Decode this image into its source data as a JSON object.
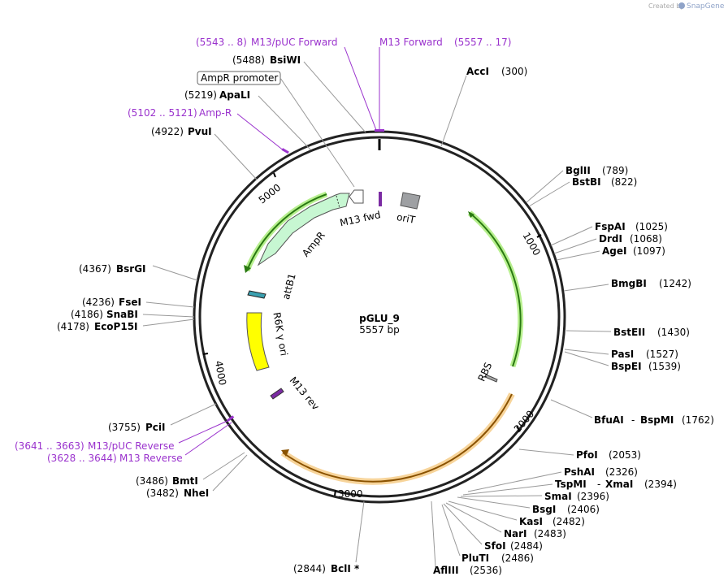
{
  "watermark": {
    "created_by": "Created by",
    "brand": "SnapGene"
  },
  "plasmid": {
    "name": "pGLU_9",
    "size": "5557 bp"
  },
  "ticks": [
    "1000",
    "2000",
    "3000",
    "4000",
    "5000"
  ],
  "features": {
    "m13_fwd": "M13 fwd",
    "oriT": "oriT",
    "ampR": "AmpR",
    "attB1": "attB1",
    "r6k": "R6K γ ori",
    "m13_rev": "M13 rev",
    "rbs": "RBS"
  },
  "primers": {
    "m13_puc_forward": {
      "range": "(5543 .. 8)",
      "name": "M13/pUC Forward"
    },
    "m13_forward": {
      "name": "M13 Forward",
      "range": "(5557 .. 17)"
    },
    "amp_r": {
      "range": "(5102 .. 5121)",
      "name": "Amp-R"
    },
    "m13_puc_reverse": {
      "range": "(3641 .. 3663)",
      "name": "M13/pUC Reverse"
    },
    "m13_reverse": {
      "range": "(3628 .. 3644)",
      "name": "M13 Reverse"
    }
  },
  "promoter_box": "AmpR promoter",
  "sites": {
    "bsiwi": {
      "pos": "(5488)",
      "name": "BsiWI"
    },
    "apali": {
      "pos": "(5219)",
      "name": "ApaLI"
    },
    "pvui": {
      "pos": "(4922)",
      "name": "PvuI"
    },
    "bsrgi": {
      "pos": "(4367)",
      "name": "BsrGI"
    },
    "fsei": {
      "pos": "(4236)",
      "name": "FseI"
    },
    "snabi": {
      "pos": "(4186)",
      "name": "SnaBI"
    },
    "ecop15i": {
      "pos": "(4178)",
      "name": "EcoP15I"
    },
    "pcii": {
      "pos": "(3755)",
      "name": "PciI"
    },
    "bmti": {
      "pos": "(3486)",
      "name": "BmtI"
    },
    "nhei": {
      "pos": "(3482)",
      "name": "NheI"
    },
    "bcli": {
      "pos": "(2844)",
      "name": "BclI *"
    },
    "acci": {
      "name": "AccI",
      "pos": "(300)"
    },
    "bglii": {
      "name": "BglII",
      "pos": "(789)"
    },
    "bstbi": {
      "name": "BstBI",
      "pos": "(822)"
    },
    "fspai": {
      "name": "FspAI",
      "pos": "(1025)"
    },
    "drdi": {
      "name": "DrdI",
      "pos": "(1068)"
    },
    "agei": {
      "name": "AgeI",
      "pos": "(1097)"
    },
    "bmgbi": {
      "name": "BmgBI",
      "pos": "(1242)"
    },
    "bsteii": {
      "name": "BstEII",
      "pos": "(1430)"
    },
    "pasi": {
      "name": "PasI",
      "pos": "(1527)"
    },
    "bspei": {
      "name": "BspEI",
      "pos": "(1539)"
    },
    "bfuai": {
      "name": "BfuAI",
      "sep": "-",
      "name2": "BspMI",
      "pos": "(1762)"
    },
    "pfoi": {
      "name": "PfoI",
      "pos": "(2053)"
    },
    "pshai": {
      "name": "PshAI",
      "pos": "(2326)"
    },
    "tspmi": {
      "name": "TspMI",
      "sep": "-",
      "name2": "XmaI",
      "pos": "(2394)"
    },
    "smai": {
      "name": "SmaI",
      "pos": "(2396)"
    },
    "bsgi": {
      "name": "BsgI",
      "pos": "(2406)"
    },
    "kasi": {
      "name": "KasI",
      "pos": "(2482)"
    },
    "nari": {
      "name": "NarI",
      "pos": "(2483)"
    },
    "sfoi": {
      "name": "SfoI",
      "pos": "(2484)"
    },
    "pluti": {
      "name": "PluTI",
      "pos": "(2486)"
    },
    "aflIII": {
      "name": "AflIII",
      "pos": "(2536)"
    }
  }
}
